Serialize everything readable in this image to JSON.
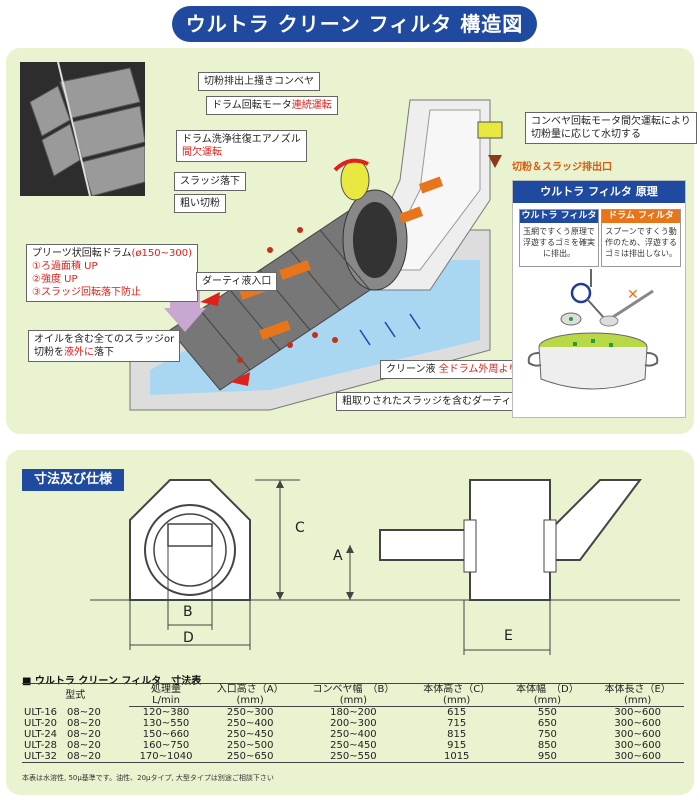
{
  "header": {
    "title": "ウルトラ クリーン フィルタ 構造図"
  },
  "diagram": {
    "callouts": {
      "conveyor": "切粉排出上掻きコンベヤ",
      "drum_motor": "ドラム回転モータ",
      "drum_motor_red": "連続運転",
      "nozzle_line1": "ドラム洗浄往復エアノズル",
      "nozzle_line2": "間欠運転",
      "conveyor_motor_line1": "コンベヤ回転モータ間欠運転により",
      "conveyor_motor_line2": "切粉量に応じて水切する",
      "chip_outlet": "切粉＆スラッジ排出口",
      "sludge_drop": "スラッジ落下",
      "coarse_chips": "粗い切粉",
      "pleats_title": "プリーツ状回転ドラム",
      "pleats_size": "(ø150~300)",
      "pleats_1": "①ろ過面積 UP",
      "pleats_2": "②強度 UP",
      "pleats_3": "③スラッジ回転落下防止",
      "dirty_inlet": "ダーティ液入口",
      "oil_line1": "オイルを含む全てのスラッジor",
      "oil_line2a": "切粉を",
      "oil_line2b": "液外に",
      "oil_line2c": "落下",
      "clean_liquid": "クリーン液",
      "clean_liquid_red": "全ドラム外周より",
      "coarse_dirty": "粗取りされたスラッジを含むダーティ液"
    },
    "principle": {
      "title": "ウルトラ フィルタ 原理",
      "box1_tag": "ウルトラ フィルタ",
      "box1_text": "玉網ですくう原理で浮遊するゴミを確実に排出。",
      "box2_tag": "ドラム フィルタ",
      "box2_text": "スプーンですくう動作のため、浮遊するゴミは排出しない。"
    }
  },
  "specs": {
    "section_title": "寸法及び仕様",
    "dim_labels": {
      "A": "A",
      "B": "B",
      "C": "C",
      "D": "D",
      "E": "E"
    },
    "table_title": "■ ウルトラ クリーン フィルタ　寸法表",
    "headers": {
      "model": "型式",
      "capacity": "処理量",
      "capacity_unit": "L/min",
      "inlet_height": "入口高さ（A）",
      "inlet_unit": "(mm)",
      "conveyor_width": "コンベヤ幅　（B）",
      "conveyor_unit": "(mm)",
      "body_height": "本体高さ（C）",
      "body_height_unit": "(mm)",
      "body_width": "本体幅　（D）",
      "body_width_unit": "(mm)",
      "body_length": "本体長さ（E）",
      "body_length_unit": "(mm)"
    },
    "rows": [
      {
        "model": "ULT-16　08~20",
        "capacity": "120~380",
        "inlet": "250~300",
        "conveyor": "180~200",
        "height": "615",
        "width": "550",
        "length": "300~600"
      },
      {
        "model": "ULT-20　08~20",
        "capacity": "130~550",
        "inlet": "250~400",
        "conveyor": "200~300",
        "height": "715",
        "width": "650",
        "length": "300~600"
      },
      {
        "model": "ULT-24　08~20",
        "capacity": "150~660",
        "inlet": "250~450",
        "conveyor": "250~400",
        "height": "815",
        "width": "750",
        "length": "300~600"
      },
      {
        "model": "ULT-28　08~20",
        "capacity": "160~750",
        "inlet": "250~500",
        "conveyor": "250~450",
        "height": "915",
        "width": "850",
        "length": "300~600"
      },
      {
        "model": "ULT-32　08~20",
        "capacity": "170~1040",
        "inlet": "250~650",
        "conveyor": "250~550",
        "height": "1015",
        "width": "950",
        "length": "300~600"
      }
    ],
    "footnote": "本表は水溶性, 50μ基準です。油性、20μタイプ, 大型タイプは別途ご相談下さい"
  }
}
